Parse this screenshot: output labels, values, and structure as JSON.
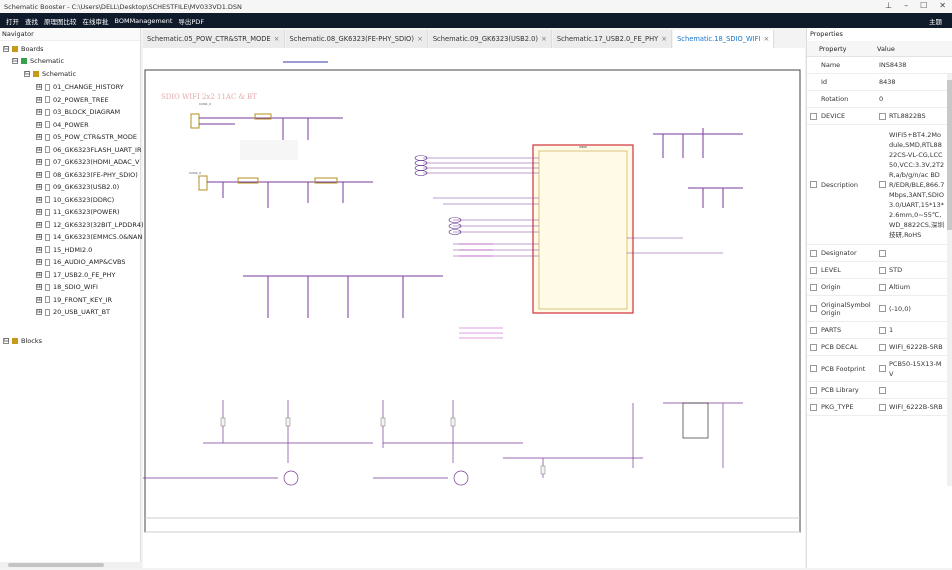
{
  "window": {
    "title": "Schematic Booster - C:\\Users\\DELL\\Desktop\\SCHESTFILE\\MV033VD1.DSN"
  },
  "menu": {
    "items": [
      "打开",
      "查找",
      "原理图比较",
      "在线审批",
      "BOMManagement",
      "导出PDF"
    ],
    "right": "主题"
  },
  "navigator": {
    "title": "Navigator",
    "boards_label": "Boards",
    "schematic_root": "Schematic",
    "schematic_child": "Schematic",
    "pages": [
      "01_CHANGE_HISTORY",
      "02_POWER_TREE",
      "03_BLOCK_DIAGRAM",
      "04_POWER",
      "05_POW_CTR&STR_MODE",
      "06_GK6323FLASH_UART_IR",
      "07_GK6323(HDMI_ADAC_V",
      "08_GK6323(FE-PHY_SDIO)",
      "09_GK6323(USB2.0)",
      "10_GK6323(DDRC)",
      "11_GK6323(POWER)",
      "12_GK6323(32BIT_LPDDR4)",
      "14_GK6323(EMMC5.0&NAN",
      "15_HDMI2.0",
      "16_AUDIO_AMP&CVBS",
      "17_USB2.0_FE_PHY",
      "18_SDIO_WIFI",
      "19_FRONT_KEY_IR",
      "20_USB_UART_BT"
    ],
    "blocks_label": "Blocks"
  },
  "tabs": [
    {
      "label": "Schematic.05_POW_CTR&STR_MODE",
      "active": false
    },
    {
      "label": "Schematic.08_GK6323(FE-PHY_SDIO)",
      "active": false
    },
    {
      "label": "Schematic.09_GK6323(USB2.0)",
      "active": false
    },
    {
      "label": "Schematic.17_USB2.0_FE_PHY",
      "active": false
    },
    {
      "label": "Schematic.18_SDIO_WIFI",
      "active": true
    }
  ],
  "schematic": {
    "title": "SDIO WIFI 2x2 11AC & BT",
    "con1": "CON1_0",
    "con2": "CON2_0",
    "chip": "U800"
  },
  "properties": {
    "title": "Properties",
    "header_property": "Property",
    "header_value": "Value",
    "rows": [
      {
        "name": "Name",
        "value": "INS8438"
      },
      {
        "name": "Id",
        "value": "8438"
      },
      {
        "name": "Rotation",
        "value": "0"
      },
      {
        "name": "DEVICE",
        "value": "RTL8822BS"
      },
      {
        "name": "Description",
        "value": "WIFI5+BT4.2Module,SMD,RTL8822CS-VL-CG,LCC50,VCC:3.3V,2T2R,a/b/g/n/ac BDR/EDR/BLE,866.7Mbps,3ANT,SDIO3.0/UART,15*13*2.6mm,0~55℃,WD_8822CS,深圳技研,RoHS"
      },
      {
        "name": "Designator",
        "value": ""
      },
      {
        "name": "LEVEL",
        "value": "STD"
      },
      {
        "name": "Origin",
        "value": "Altium"
      },
      {
        "name": "OriginalSymbol Origin",
        "value": "(-10,0)"
      },
      {
        "name": "PARTS",
        "value": "1"
      },
      {
        "name": "PCB DECAL",
        "value": "WIFI_6222B-SRB"
      },
      {
        "name": "PCB Footprint",
        "value": "PCB50-15X13-MV"
      },
      {
        "name": "PCB Library",
        "value": ""
      },
      {
        "name": "PKG_TYPE",
        "value": "WIFI_6222B-SRB"
      }
    ]
  }
}
